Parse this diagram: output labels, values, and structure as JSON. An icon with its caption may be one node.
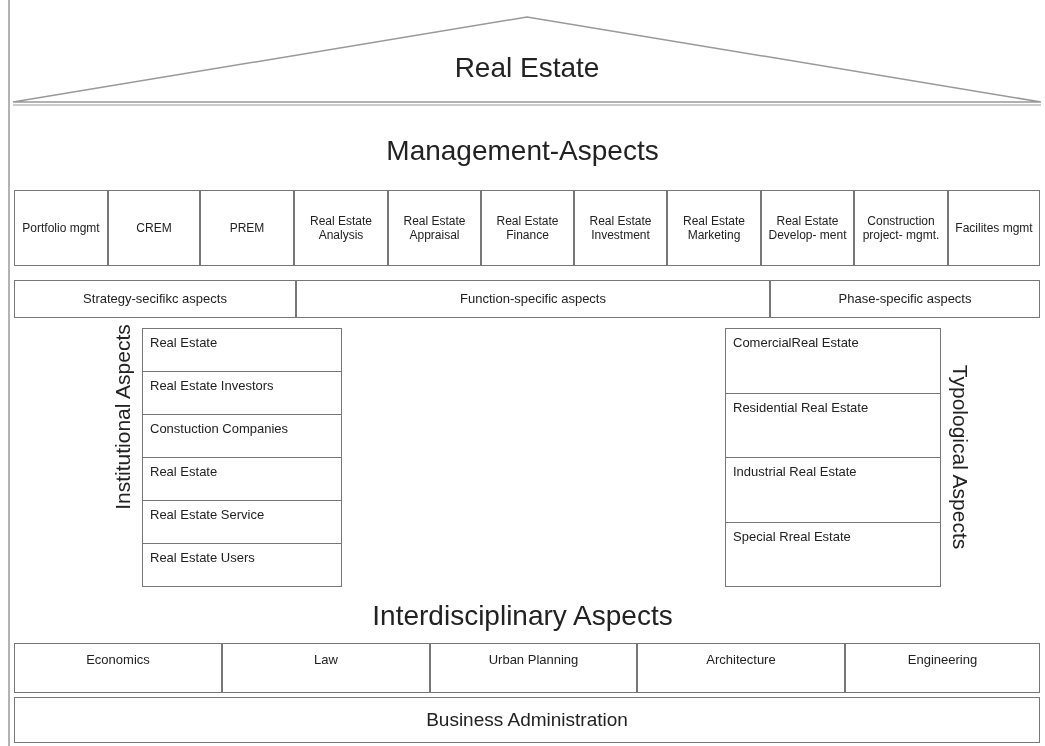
{
  "diagram": {
    "nodes": [
      {
        "text": [
          "Real Estate"
        ]
      },
      {
        "text": [
          "Portfolio mgmt"
        ]
      },
      {
        "text": [
          "CREM"
        ]
      },
      {
        "text": [
          "PREM"
        ]
      },
      {
        "text": [
          "Real Estate Analysis"
        ]
      },
      {
        "text": [
          "Real Estate Appraisal"
        ]
      },
      {
        "text": [
          "Real Estate Finance"
        ]
      },
      {
        "text": [
          "Real Estate Investment"
        ]
      },
      {
        "text": [
          "Real Estate Marketing"
        ]
      },
      {
        "text": [
          "Real Estate Develop- ment"
        ]
      },
      {
        "text": [
          "Construction project- mgmt."
        ]
      },
      {
        "text": [
          "Facilites mgmt"
        ]
      },
      {
        "text": [
          "Strategy-secifikc aspects"
        ]
      },
      {
        "text": [
          "Function-specific aspects"
        ]
      },
      {
        "text": [
          "Phase-specific aspects"
        ]
      },
      {
        "text": [
          "Institutional Aspects"
        ]
      },
      {
        "text": [
          "Real Estate"
        ],
        "in": 15
      },
      {
        "text": [
          "Real Estate Investors"
        ],
        "in": 15
      },
      {
        "text": [
          "Constuction Companies"
        ],
        "in": 15
      },
      {
        "text": [
          "Real Estate"
        ],
        "in": 15
      },
      {
        "text": [
          "Real Estate Service"
        ],
        "in": 15
      },
      {
        "text": [
          "Real Estate Users"
        ],
        "in": 15
      },
      {
        "text": [
          "Typological Aspects"
        ]
      },
      {
        "text": [
          "ComercialReal Estate"
        ],
        "in": 22
      },
      {
        "text": [
          "Residential Real Estate"
        ],
        "in": 22
      },
      {
        "text": [
          "Industrial Real Estate"
        ],
        "in": 22
      },
      {
        "text": [
          "Special Rreal Estate"
        ],
        "in": 22
      },
      {
        "text": [
          "Economics"
        ]
      },
      {
        "text": [
          "Law"
        ]
      },
      {
        "text": [
          "Urban Planning"
        ]
      },
      {
        "text": [
          "Architecture"
        ]
      },
      {
        "text": [
          "Engineering"
        ]
      },
      {
        "text": [
          "Business Administration"
        ]
      }
    ],
    "labels": [
      "Management-Aspects",
      "Interdisciplinary Aspects"
    ]
  }
}
